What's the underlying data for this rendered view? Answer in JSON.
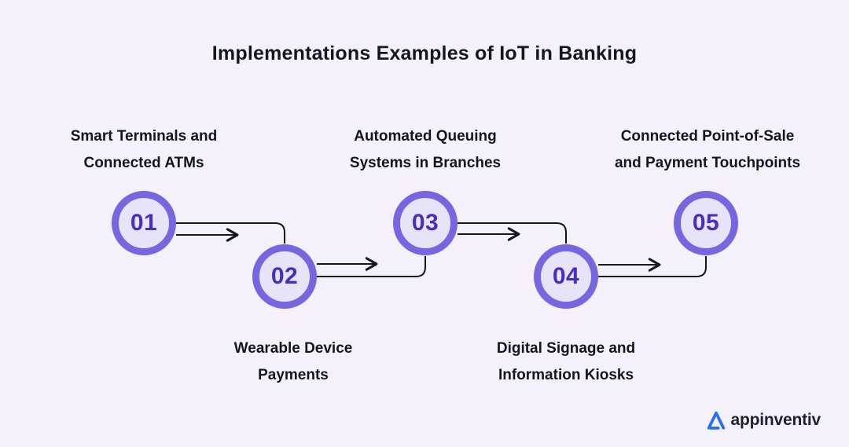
{
  "title": "Implementations Examples of IoT in Banking",
  "steps": [
    {
      "number": "01",
      "label": "Smart Terminals and Connected ATMs",
      "line1": "Smart Terminals and",
      "line2": "Connected ATMs",
      "row": "top"
    },
    {
      "number": "02",
      "label": "Wearable Device Payments",
      "line1": "Wearable Device",
      "line2": "Payments",
      "row": "bottom"
    },
    {
      "number": "03",
      "label": "Automated Queuing Systems in Branches",
      "line1": "Automated Queuing",
      "line2": "Systems in Branches",
      "row": "top"
    },
    {
      "number": "04",
      "label": "Digital Signage and Information Kiosks",
      "line1": "Digital Signage and",
      "line2": "Information Kiosks",
      "row": "bottom"
    },
    {
      "number": "05",
      "label": "Connected Point-of-Sale and Payment Touchpoints",
      "line1": "Connected Point-of-Sale",
      "line2": "and Payment Touchpoints",
      "row": "top"
    }
  ],
  "colors": {
    "background": "#f4f1fb",
    "circle_ring": "#7666e0",
    "circle_fill": "#e7e3f8",
    "circle_number": "#4a2dbb",
    "connector_line": "#15161a",
    "text": "#15141c",
    "logo_blue": "#2b6cf5"
  },
  "footer": {
    "logo_text": "appinventiv"
  }
}
